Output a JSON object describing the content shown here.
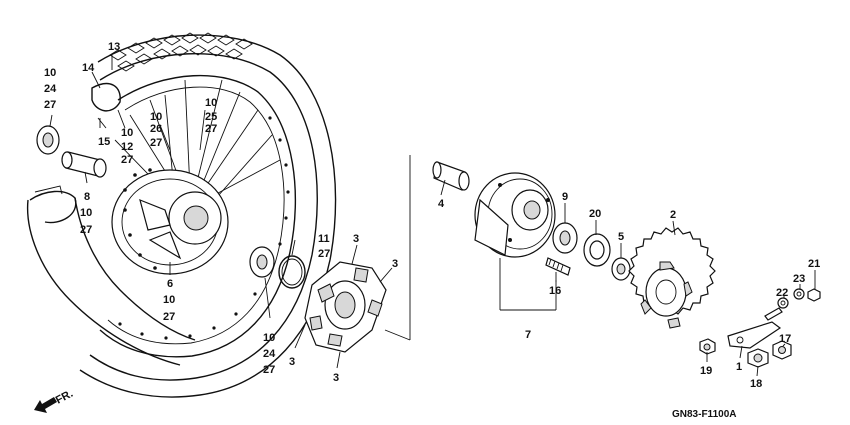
{
  "diagram": {
    "code": "GN83-F1100A",
    "direction_label": "FR.",
    "labels": [
      {
        "id": "l13",
        "text": "13"
      },
      {
        "id": "l14",
        "text": "14"
      },
      {
        "id": "l10a",
        "text": "10"
      },
      {
        "id": "l24a",
        "text": "24"
      },
      {
        "id": "l27a",
        "text": "27"
      },
      {
        "id": "l15",
        "text": "15"
      },
      {
        "id": "l10b",
        "text": "10"
      },
      {
        "id": "l12",
        "text": "12"
      },
      {
        "id": "l27b",
        "text": "27"
      },
      {
        "id": "l10c",
        "text": "10"
      },
      {
        "id": "l25",
        "text": "25"
      },
      {
        "id": "l27c",
        "text": "27"
      },
      {
        "id": "l10d",
        "text": "10"
      },
      {
        "id": "l26",
        "text": "26"
      },
      {
        "id": "l27d",
        "text": "27"
      },
      {
        "id": "l8",
        "text": "8"
      },
      {
        "id": "l10e",
        "text": "10"
      },
      {
        "id": "l27e",
        "text": "27"
      },
      {
        "id": "l6",
        "text": "6"
      },
      {
        "id": "l10f",
        "text": "10"
      },
      {
        "id": "l27f",
        "text": "27"
      },
      {
        "id": "l11",
        "text": "11"
      },
      {
        "id": "l27g",
        "text": "27"
      },
      {
        "id": "l10g",
        "text": "10"
      },
      {
        "id": "l24b",
        "text": "24"
      },
      {
        "id": "l27h",
        "text": "27"
      },
      {
        "id": "l3a",
        "text": "3"
      },
      {
        "id": "l3b",
        "text": "3"
      },
      {
        "id": "l3c",
        "text": "3"
      },
      {
        "id": "l3d",
        "text": "3"
      },
      {
        "id": "l4",
        "text": "4"
      },
      {
        "id": "l9",
        "text": "9"
      },
      {
        "id": "l20",
        "text": "20"
      },
      {
        "id": "l5",
        "text": "5"
      },
      {
        "id": "l2",
        "text": "2"
      },
      {
        "id": "l16",
        "text": "16"
      },
      {
        "id": "l7",
        "text": "7"
      },
      {
        "id": "l21",
        "text": "21"
      },
      {
        "id": "l23",
        "text": "23"
      },
      {
        "id": "l22",
        "text": "22"
      },
      {
        "id": "l17",
        "text": "17"
      },
      {
        "id": "l1",
        "text": "1"
      },
      {
        "id": "l18",
        "text": "18"
      },
      {
        "id": "l19",
        "text": "19"
      }
    ]
  }
}
